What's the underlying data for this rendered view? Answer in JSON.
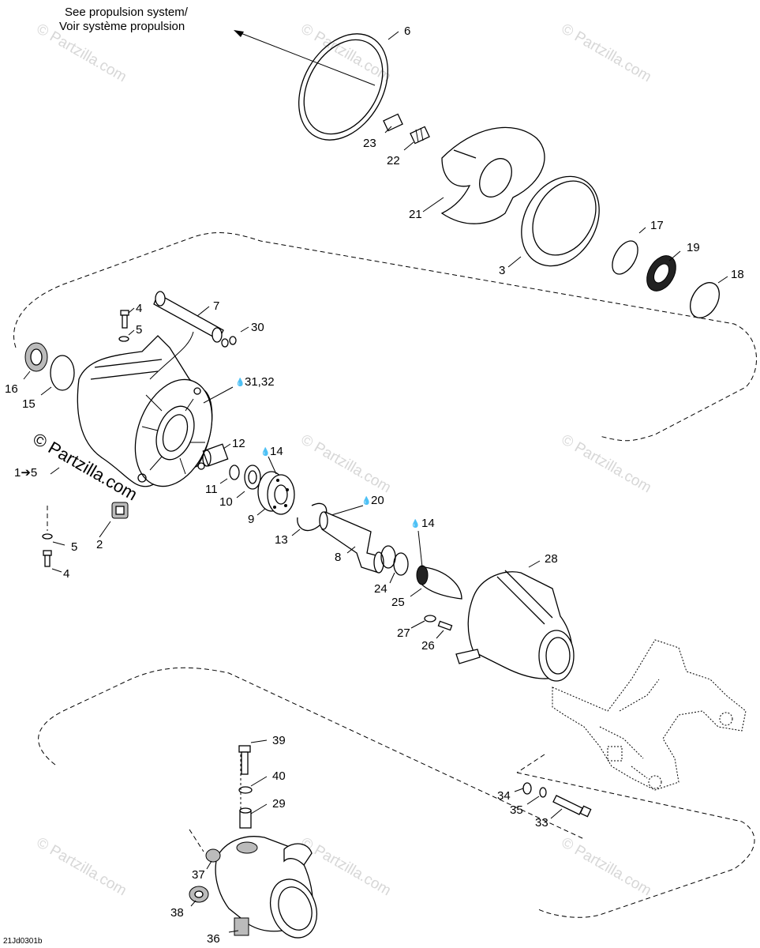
{
  "header_note": {
    "line1": "See propulsion system/",
    "line2": "Voir système propulsion"
  },
  "diagram_code": "21Jd0301b",
  "watermark": "© Partzilla.com",
  "lube_symbol": "💧",
  "callouts": {
    "c1": "1➔5",
    "c2": "2",
    "c3": "3",
    "c4a": "4",
    "c4b": "4",
    "c5a": "5",
    "c5b": "5",
    "c6": "6",
    "c7": "7",
    "c8": "8",
    "c9": "9",
    "c10": "10",
    "c11": "11",
    "c12": "12",
    "c13": "13",
    "c14a": "14",
    "c14b": "14",
    "c15": "15",
    "c16": "16",
    "c17": "17",
    "c18": "18",
    "c19": "19",
    "c20": "20",
    "c21": "21",
    "c22": "22",
    "c23": "23",
    "c24": "24",
    "c25": "25",
    "c26": "26",
    "c27": "27",
    "c28": "28",
    "c29": "29",
    "c30": "30",
    "c3132": "31,32",
    "c33": "33",
    "c34": "34",
    "c35": "35",
    "c36": "36",
    "c37": "37",
    "c38": "38",
    "c39": "39",
    "c40": "40"
  }
}
